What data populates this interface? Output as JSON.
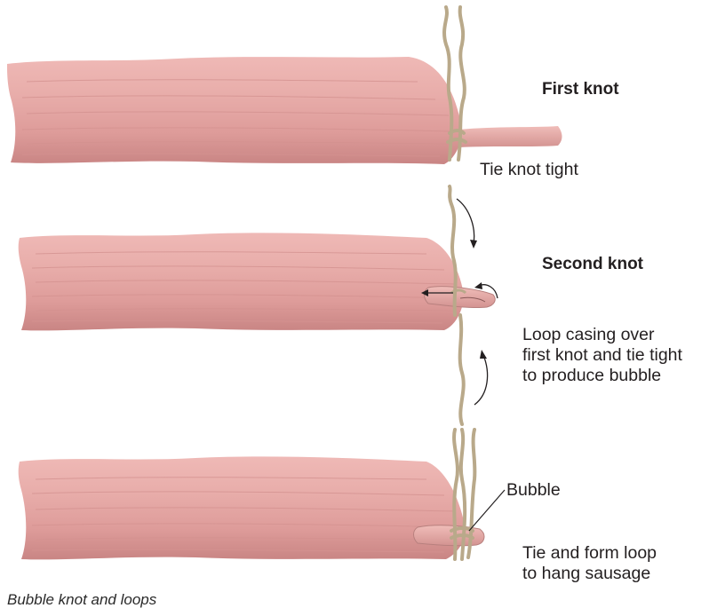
{
  "labels": {
    "first_knot": "First knot",
    "tie_knot_tight": "Tie knot tight",
    "second_knot": "Second knot",
    "loop_line1": "Loop casing over",
    "loop_line2": "first knot and tie tight",
    "loop_line3": "to produce bubble",
    "bubble": "Bubble",
    "hang_line1": "Tie and form loop",
    "hang_line2": "to hang sausage"
  },
  "caption": "Bubble knot and loops",
  "colors": {
    "casing_fill": "#e3a3a1",
    "casing_dark": "#c98584",
    "casing_line": "#d49290",
    "string": "#b9a98a",
    "arrow": "#231f20",
    "text": "#231f20"
  }
}
